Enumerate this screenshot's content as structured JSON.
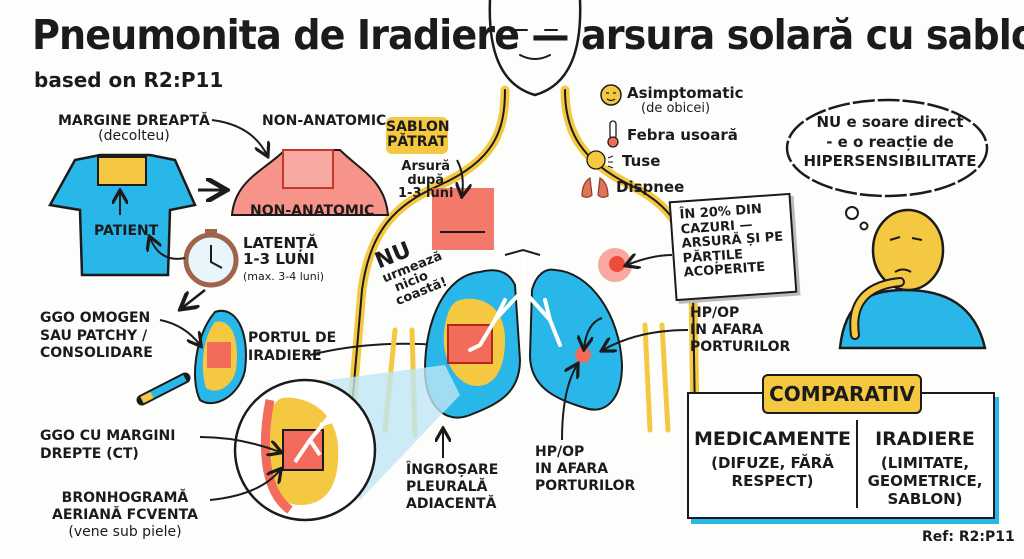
{
  "title": "Pneumonita de Iradiere — arsura solară cu sablon",
  "subtitle": "based on R2:P11",
  "reference": "Ref: R2:P11",
  "colors": {
    "blue": "#29b6e8",
    "yellow": "#f5c842",
    "red": "#f26b5b",
    "pink": "#f7a8a0",
    "ink": "#1b1b1b"
  },
  "left": {
    "margin_label": "MARGINE DREAPTĂ",
    "margin_sub": "(decolteu)",
    "patient": "PATIENT",
    "non_anatomic_top": "NON-ANATOMIC",
    "non_anatomic_bottom": "NON-ANATOMIC",
    "sablon_tag": "SABLON PĂTRAT",
    "arsura": [
      "Arsură",
      "după",
      "1-3 luni"
    ],
    "latenta": "LATENȚĂ",
    "latenta_months": "1-3 LUNI",
    "latenta_max": "(max. 3-4 luni)",
    "ggo_omogen": [
      "GGO OMOGEN",
      "SAU PATCHY /",
      "CONSOLIDARE"
    ],
    "portul": [
      "PORTUL DE",
      "IRADIERE"
    ],
    "ggo_margini": [
      "GGO CU MARGINI",
      "DREPTE  (CT)"
    ],
    "bronhograma": [
      "BRONHOGRAMĂ",
      "AERIANĂ FCVENTA",
      "(vene sub piele)"
    ]
  },
  "center": {
    "nu": "NU",
    "nu_rest": [
      "urmează",
      "nicio",
      "coastă!"
    ],
    "ingrosare": [
      "ÎNGROȘARE",
      "PLEURALĂ",
      "ADIACENTĂ"
    ],
    "hpop_lower": [
      "HP/OP",
      "IN AFARA",
      "PORTURILOR"
    ]
  },
  "symptoms": [
    {
      "icon": "sleepy-face-icon",
      "label": "Asimptomatic",
      "sub": "(de obicei)"
    },
    {
      "icon": "thermometer-icon",
      "label": "Febra usoară"
    },
    {
      "icon": "coughing-head-icon",
      "label": "Tuse"
    },
    {
      "icon": "lungs-icon",
      "label": "Dispnee"
    }
  ],
  "note": "ÎN 20% DIN CAZURI — ARSURĂ ȘI PE PĂRȚILE ACOPERITE",
  "hpop_upper": [
    "HP/OP",
    "IN AFARA",
    "PORTURILOR"
  ],
  "thought": [
    "NU e soare direct",
    "- e o reacție de",
    "HIPERSENSIBILITATE"
  ],
  "comparison": {
    "title": "COMPARATIV",
    "left_heading": "MEDICAMENTE",
    "left_detail": [
      "(DIFUZE, FĂRĂ",
      "RESPECT)"
    ],
    "right_heading": "IRADIERE",
    "right_detail": [
      "(LIMITATE,",
      "GEOMETRICE,",
      "SABLON)"
    ]
  }
}
